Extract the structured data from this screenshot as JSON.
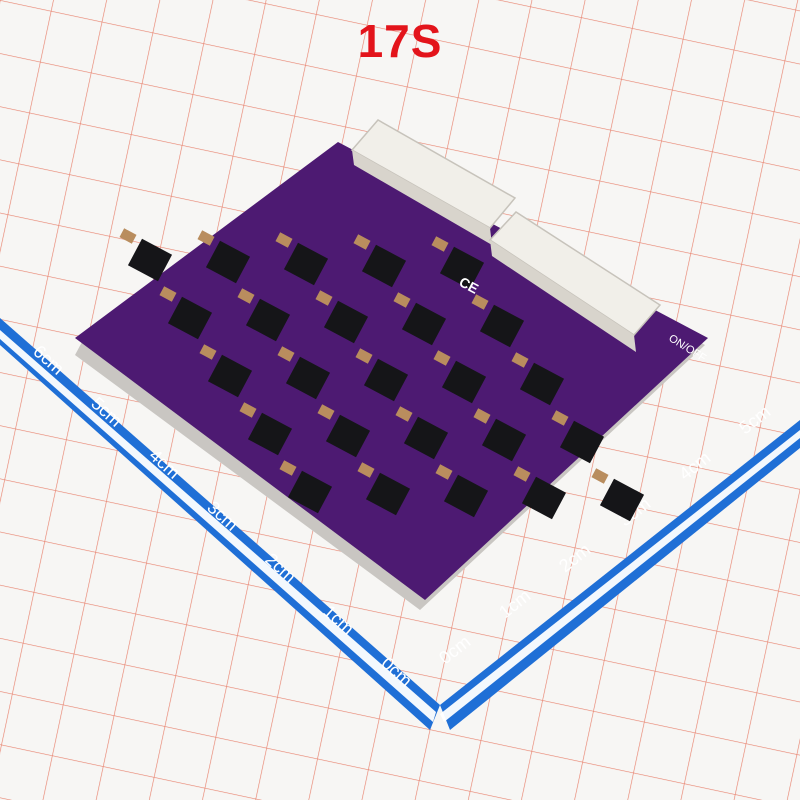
{
  "title": "17S",
  "colors": {
    "title": "#e3141b",
    "grid": "#e8836f",
    "ruler": "#1f6fd6",
    "pcb": "#4d1a72",
    "pcb_silk": "#ffffff",
    "chip": "#151518",
    "capacitor": "#b98d5e",
    "connector": "#f1efe9"
  },
  "ruler_left": {
    "labels": [
      "0cm",
      "1cm",
      "2cm",
      "3cm",
      "4cm",
      "5cm",
      "6cm"
    ]
  },
  "ruler_right": {
    "labels": [
      "0cm",
      "1cm",
      "2cm",
      "3cm",
      "4cm",
      "5cm"
    ]
  },
  "pcb": {
    "silkscreen_switch": "ON/OFF",
    "silkscreen_ce": "CE"
  }
}
